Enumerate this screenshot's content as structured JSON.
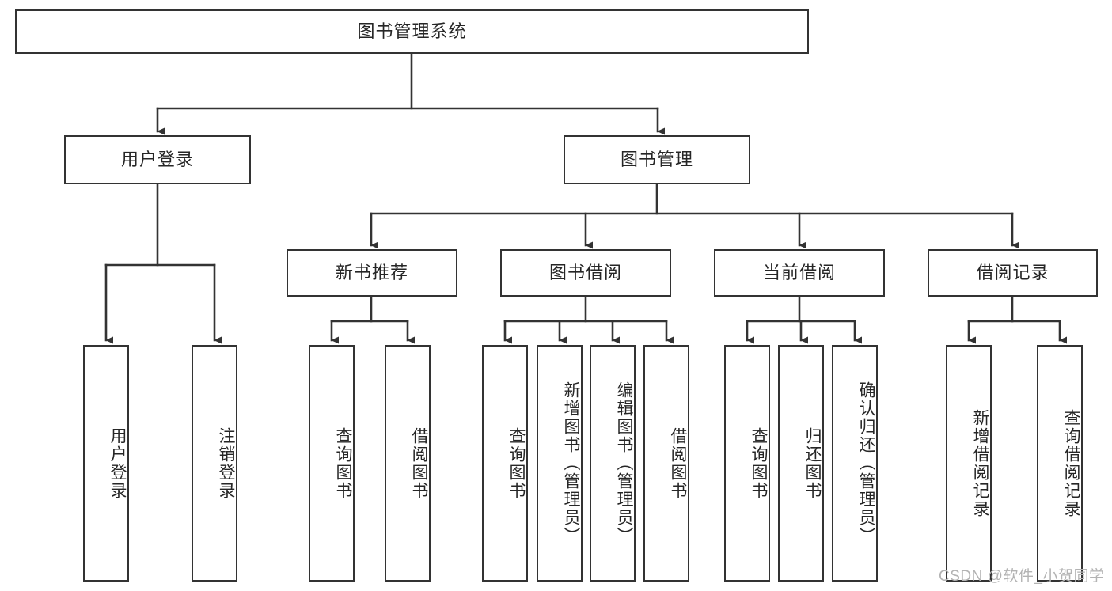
{
  "diagram": {
    "type": "tree-hierarchy",
    "title": "图书管理系统",
    "root": {
      "label": "图书管理系统"
    },
    "level2": [
      {
        "id": "user-login",
        "label": "用户登录"
      },
      {
        "id": "book-manage",
        "label": "图书管理"
      }
    ],
    "level3": [
      {
        "id": "new-book-recommend",
        "label": "新书推荐",
        "parent": "book-manage"
      },
      {
        "id": "book-borrow",
        "label": "图书借阅",
        "parent": "book-manage"
      },
      {
        "id": "current-borrow",
        "label": "当前借阅",
        "parent": "book-manage"
      },
      {
        "id": "borrow-record",
        "label": "借阅记录",
        "parent": "book-manage"
      }
    ],
    "leaves": [
      {
        "id": "leaf-user-login",
        "label": "用户登录",
        "parent": "user-login"
      },
      {
        "id": "leaf-logout-login",
        "label": "注销登录",
        "parent": "user-login"
      },
      {
        "id": "leaf-query-book-1",
        "label": "查询图书",
        "parent": "new-book-recommend"
      },
      {
        "id": "leaf-borrow-book-1",
        "label": "借阅图书",
        "parent": "new-book-recommend"
      },
      {
        "id": "leaf-query-book-2",
        "label": "查询图书",
        "parent": "book-borrow"
      },
      {
        "id": "leaf-add-book",
        "label": "新增图书（管理员）",
        "parent": "book-borrow"
      },
      {
        "id": "leaf-edit-book",
        "label": "编辑图书（管理员）",
        "parent": "book-borrow"
      },
      {
        "id": "leaf-borrow-book-2",
        "label": "借阅图书",
        "parent": "book-borrow"
      },
      {
        "id": "leaf-query-book-3",
        "label": "查询图书",
        "parent": "current-borrow"
      },
      {
        "id": "leaf-return-book",
        "label": "归还图书",
        "parent": "current-borrow"
      },
      {
        "id": "leaf-confirm-return",
        "label": "确认归还（管理员）",
        "parent": "current-borrow"
      },
      {
        "id": "leaf-add-record",
        "label": "新增借阅记录",
        "parent": "borrow-record"
      },
      {
        "id": "leaf-query-record",
        "label": "查询借阅记录",
        "parent": "borrow-record"
      }
    ],
    "colors": {
      "stroke": "#333333",
      "fill": "#ffffff",
      "text": "#262626",
      "watermark": "#b3b3b3"
    }
  },
  "watermark": {
    "text": "CSDN @软件_小贺同学"
  }
}
